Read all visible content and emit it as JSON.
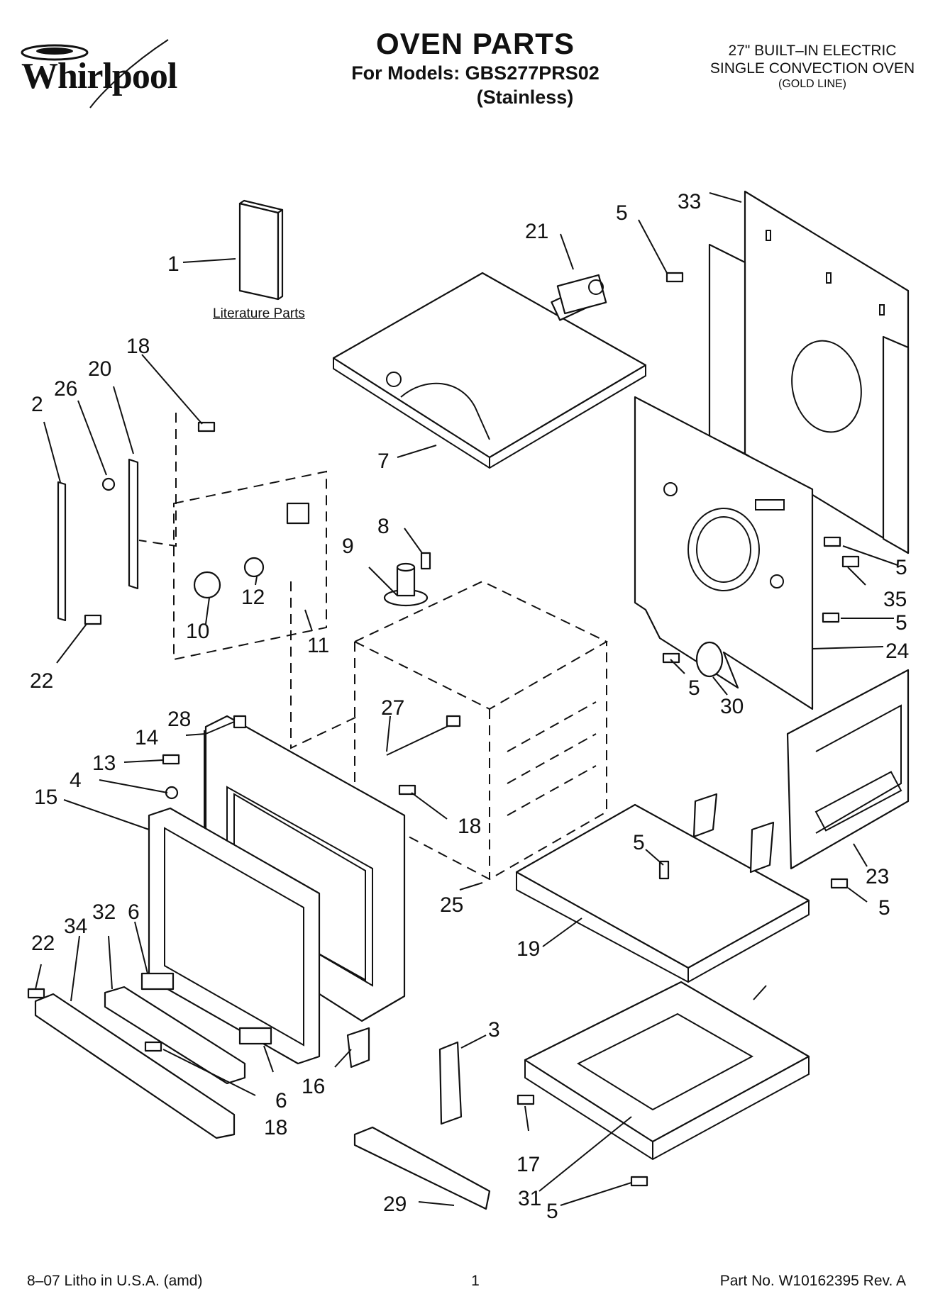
{
  "header": {
    "brand": "Whirlpool",
    "title": "OVEN PARTS",
    "models_line": "For Models: GBS277PRS02",
    "finish": "(Stainless)",
    "product_line1": "27\" BUILT–IN ELECTRIC",
    "product_line2": "SINGLE CONVECTION OVEN",
    "product_line3": "(GOLD LINE)"
  },
  "labels": {
    "literature": "Literature Parts"
  },
  "callouts": {
    "c1": "1",
    "c2": "2",
    "c3": "3",
    "c4": "4",
    "c5a": "5",
    "c5b": "5",
    "c5c": "5",
    "c5d": "5",
    "c5e": "5",
    "c5f": "5",
    "c5g": "5",
    "c6a": "6",
    "c6b": "6",
    "c7": "7",
    "c8": "8",
    "c9": "9",
    "c10": "10",
    "c11": "11",
    "c12": "12",
    "c13": "13",
    "c14": "14",
    "c15": "15",
    "c16": "16",
    "c17": "17",
    "c18a": "18",
    "c18b": "18",
    "c18c": "18",
    "c19": "19",
    "c20": "20",
    "c21": "21",
    "c22a": "22",
    "c22b": "22",
    "c23": "23",
    "c24": "24",
    "c25": "25",
    "c26": "26",
    "c27": "27",
    "c28": "28",
    "c29": "29",
    "c30": "30",
    "c31": "31",
    "c32": "32",
    "c33": "33",
    "c34": "34",
    "c35": "35"
  },
  "footer": {
    "litho": "8–07 Litho in U.S.A. (amd)",
    "page": "1",
    "part_no": "Part No. W10162395 Rev. A"
  }
}
